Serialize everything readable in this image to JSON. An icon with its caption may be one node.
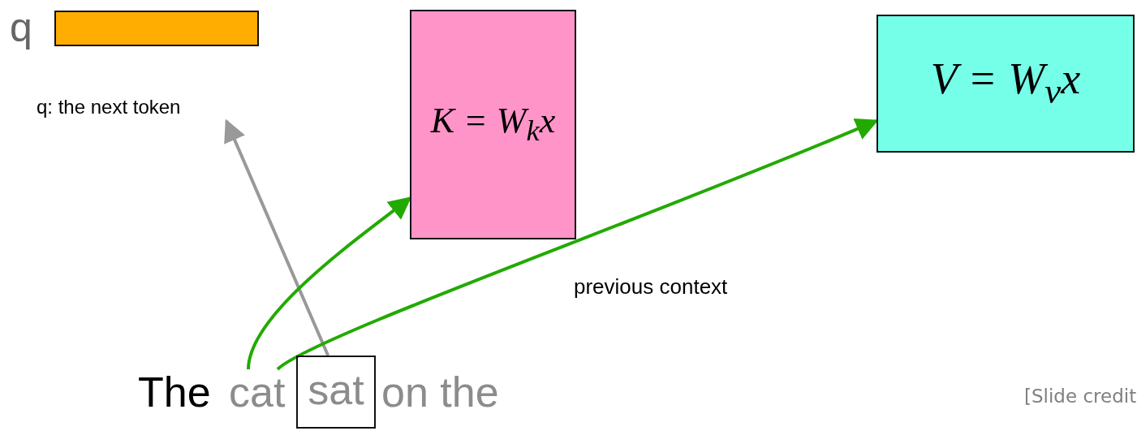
{
  "diagram": {
    "nodes": [
      {
        "text": [],
        "shape": "bar",
        "beside": [
          "q"
        ]
      },
      {
        "text": [
          "K = W$_{k}$x"
        ]
      },
      {
        "text": [
          "V = W$_{v}$x"
        ]
      },
      {
        "text": [
          "q: the next token"
        ]
      },
      {
        "text": [
          "The"
        ]
      },
      {
        "text": [
          "cat"
        ]
      },
      {
        "text": [
          "sat"
        ]
      },
      {
        "text": [
          "on the"
        ]
      }
    ],
    "edges": [
      {
        "from": 6,
        "to": 3,
        "arrow": "to",
        "color": "#999999"
      },
      {
        "from": 5,
        "to": 1,
        "arrow": "to"
      },
      {
        "from": 5,
        "to": 2,
        "arrow": "to"
      }
    ],
    "labels": [
      "previous context",
      "[Slide credit"
    ]
  }
}
